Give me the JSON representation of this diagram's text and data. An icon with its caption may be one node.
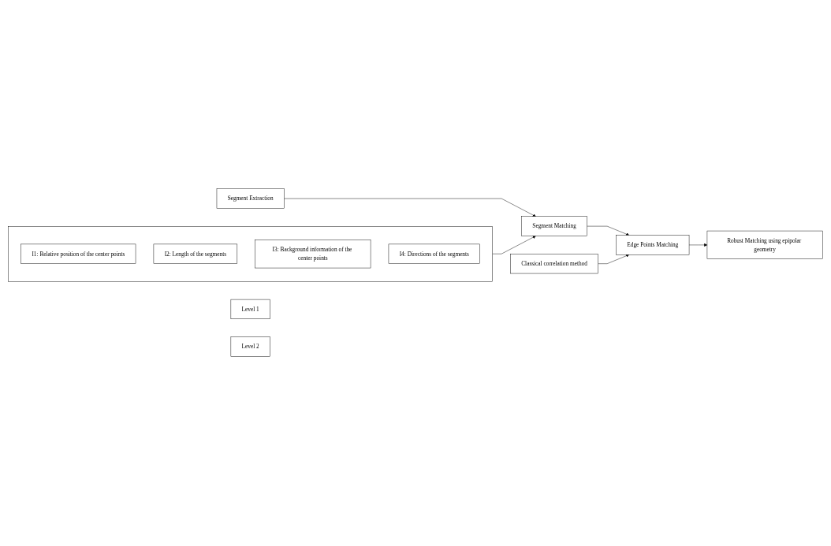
{
  "diagram": {
    "nodes": [
      {
        "text": [
          "Segment Extraction"
        ]
      },
      {
        "text": [
          "Level 1"
        ]
      },
      {
        "text": [
          "Segment Matching"
        ]
      },
      {
        "text": [],
        "shape": "box"
      },
      {
        "text": [
          "I1: Relative position of the center points"
        ],
        "in": 3
      },
      {
        "text": [
          "I2: Length of the segments"
        ],
        "in": 3
      },
      {
        "text": [
          "I3: Background information of the center points"
        ],
        "in": 3
      },
      {
        "text": [
          "I4: Directions of the segments"
        ],
        "in": 3
      },
      {
        "text": [
          "Level 2"
        ]
      },
      {
        "text": [
          "Edge Points Matching"
        ]
      },
      {
        "text": [
          "Classical correlation method"
        ]
      },
      {
        "text": [
          "Robust Matching using epipolar geometry"
        ]
      }
    ],
    "edges": [
      {
        "from": 0,
        "to": 2,
        "arrow": "to"
      },
      {
        "from": 3,
        "to": 2,
        "arrow": "to"
      },
      {
        "from": 2,
        "to": 9,
        "arrow": "to"
      },
      {
        "from": 10,
        "to": 9,
        "arrow": "to"
      },
      {
        "from": 9,
        "to": 11,
        "arrow": "to"
      }
    ]
  }
}
